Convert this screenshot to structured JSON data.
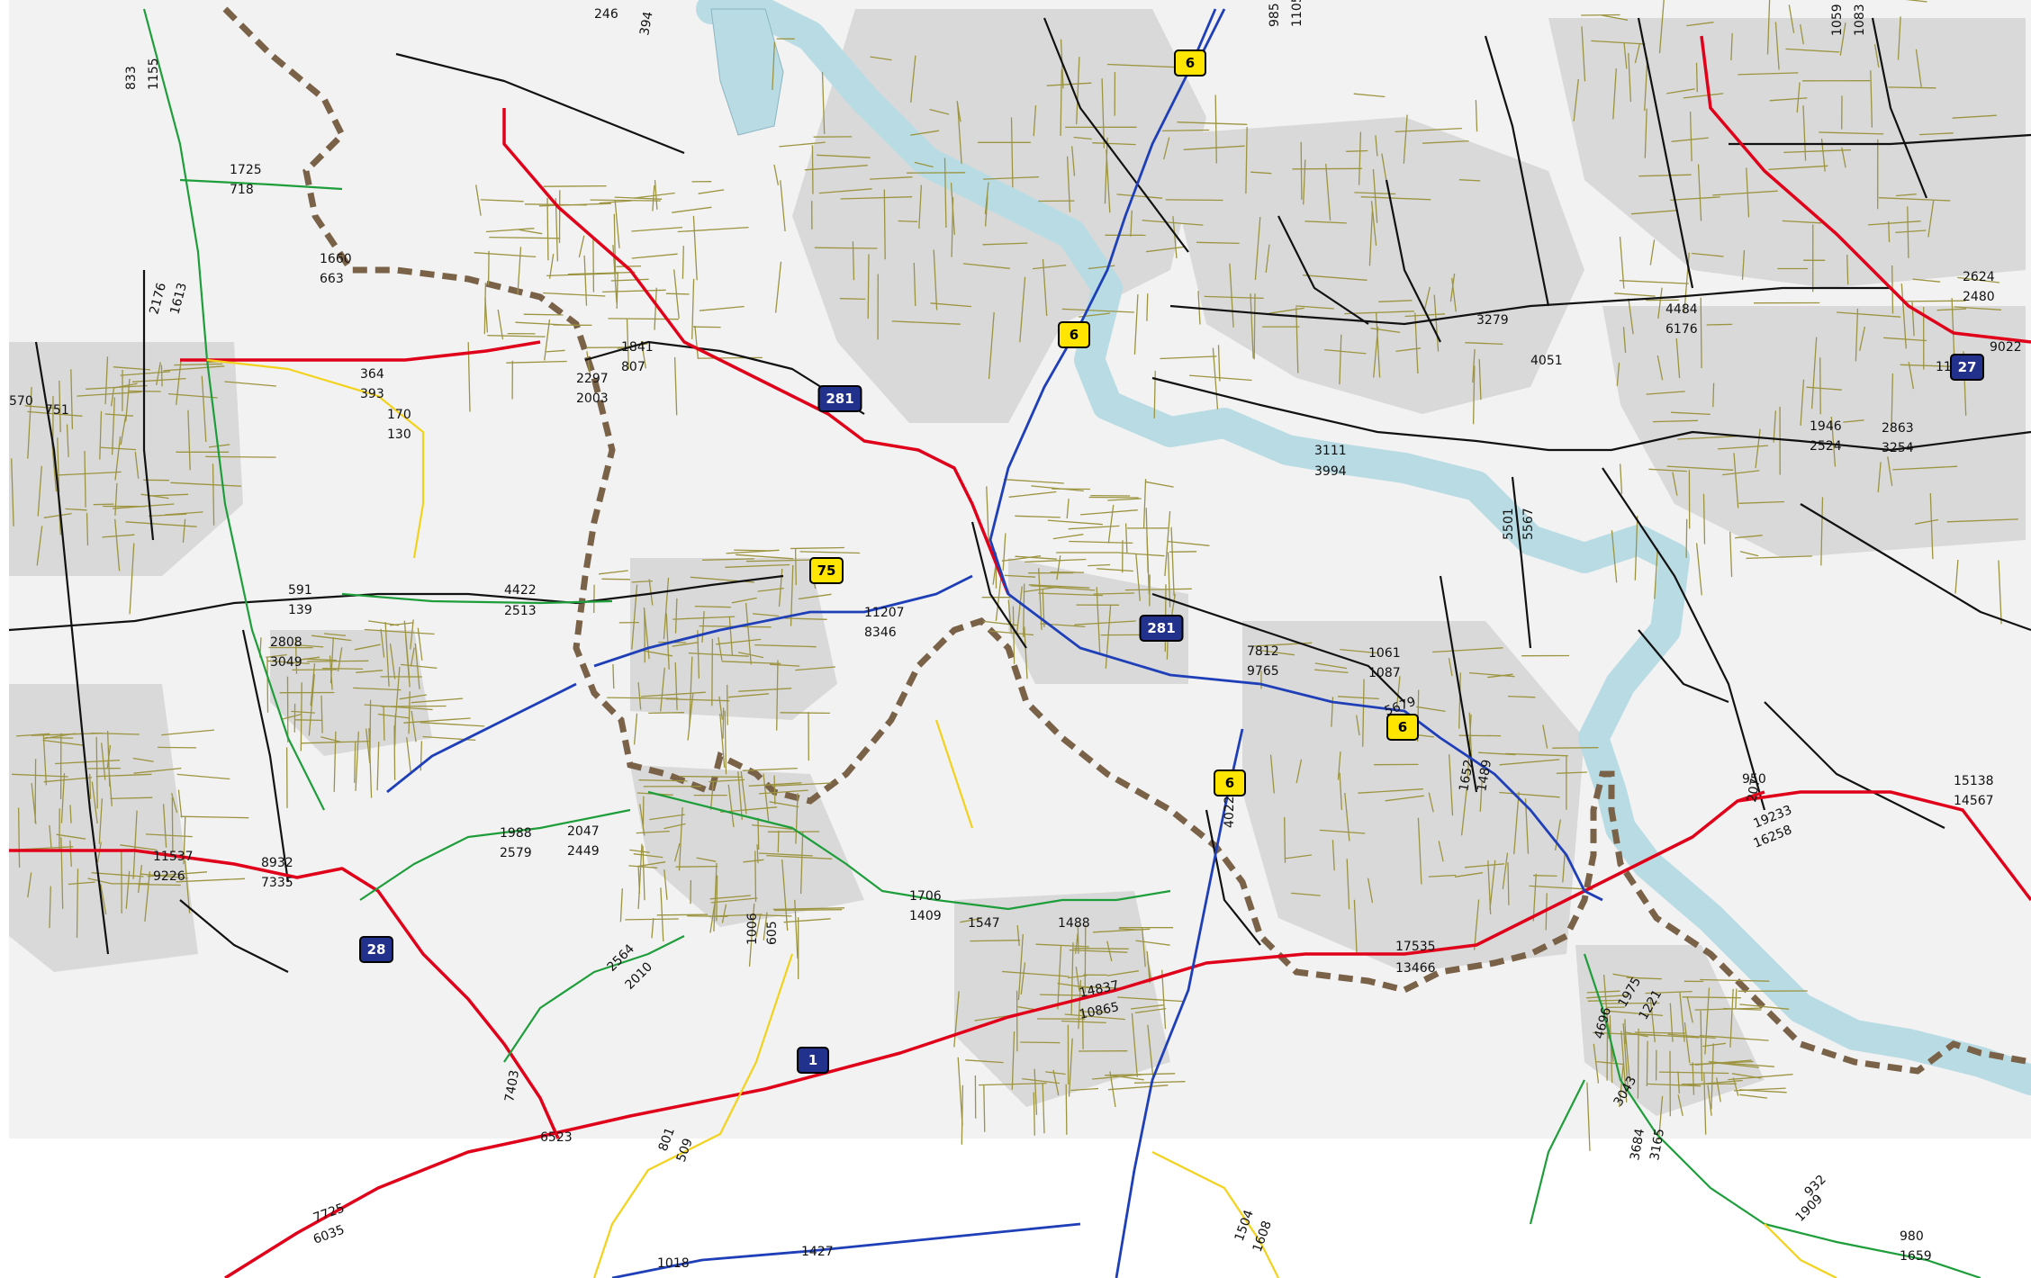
{
  "colors": {
    "background": "#ffffff",
    "terrain": "#f2f2f2",
    "urban": "#d9d9d9",
    "river": "#b9dce4",
    "river_edge": "#8ab5c2",
    "boundary": "#7a6248",
    "network_black": "#111111",
    "network_olive": "#9c9440",
    "network_red": "#e1001a",
    "network_blue": "#1f3fb8",
    "network_green": "#1e9e3a",
    "network_yellow": "#f2d21a",
    "shield_yellow": "#ffe500",
    "shield_blue": "#22328c"
  },
  "route_shields": {
    "national_6_a": "6",
    "national_6_b": "6",
    "national_6_c": "6",
    "national_6_d": "6",
    "national_75": "75",
    "motorway_281": "281",
    "motorway_27": "27",
    "motorway_28": "28",
    "motorway_1": "1"
  },
  "traffic_labels": {
    "red_w1": "11537",
    "red_w2": "9226",
    "red_w3": "8932",
    "red_w4": "7335",
    "red_s1": "7725",
    "red_s2": "6035",
    "red_c1": "14837",
    "red_c2": "10865",
    "red_c3": "17535",
    "red_c4": "13466",
    "red_e1": "19233",
    "red_e2": "16258",
    "red_e3": "15138",
    "red_e4": "14567",
    "red_ne1": "9022",
    "red_ne2": "11851",
    "red_n1": "1660",
    "red_n2": "663",
    "red_n3": "2297",
    "red_n4": "2003",
    "blk_1": "4422",
    "blk_2": "2513",
    "blk_3": "3111",
    "blk_4": "3994",
    "blk_5": "4051",
    "blk_6": "3279",
    "blk_7": "4484",
    "blk_8": "6176",
    "blk_9": "1946",
    "blk_10": "2524",
    "blk_11": "2863",
    "blk_12": "3254",
    "blk_13": "2624",
    "blk_14": "2480",
    "blk_15": "1061",
    "blk_16": "1087",
    "blk_17": "7812",
    "blk_18": "9765",
    "blk_19": "5501",
    "blk_20": "5567",
    "blk_21": "591",
    "blk_22": "139",
    "blk_23": "2808",
    "blk_24": "3049",
    "blk_25": "1725",
    "blk_26": "718",
    "blk_27": "1841",
    "blk_28": "807",
    "grn_1": "1988",
    "grn_2": "2579",
    "grn_3": "2047",
    "grn_4": "2449",
    "grn_5": "1706",
    "grn_6": "1409",
    "grn_7": "1547",
    "grn_8": "1488",
    "grn_9": "2564",
    "grn_10": "2010",
    "grn_11": "1975",
    "grn_12": "1221",
    "blu_1": "11207",
    "blu_2": "8346",
    "blu_3": "5679",
    "blu_4": "1018",
    "blu_5": "1427",
    "blu_6": "4022",
    "ylw_1": "364",
    "ylw_2": "393",
    "ylw_3": "170",
    "ylw_4": "130",
    "ylw_5": "1006",
    "ylw_6": "605",
    "ylw_7": "801",
    "ylw_8": "509",
    "ylw_9": "1504",
    "ylw_10": "1608",
    "ylw_11": "980",
    "ylw_12": "1659",
    "dist_1": "246",
    "dist_2": "394",
    "dist_3": "985",
    "dist_4": "1105",
    "dist_5": "1059",
    "dist_6": "1083",
    "dist_7": "833",
    "dist_8": "1155",
    "dist_9": "2176",
    "dist_10": "1613",
    "dist_11": "570",
    "dist_12": "751",
    "dist_13": "7403",
    "dist_14": "6523",
    "dist_15": "3684",
    "dist_16": "3165",
    "dist_17": "932",
    "dist_18": "1909",
    "dist_19": "4696",
    "dist_20": "3043",
    "dist_21": "950",
    "dist_22": "207",
    "dist_23": "1652",
    "dist_24": "1489"
  }
}
